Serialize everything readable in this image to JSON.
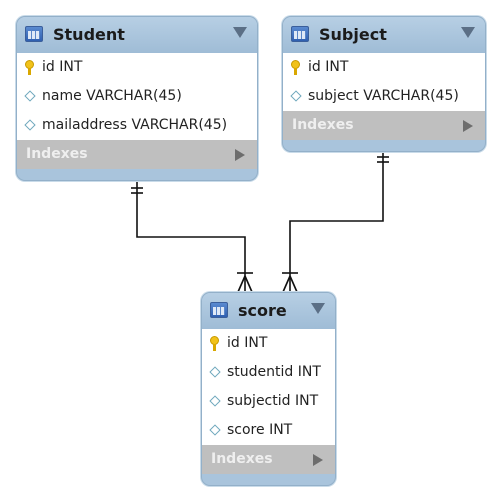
{
  "entities": {
    "student": {
      "title": "Student",
      "icon": "table-icon",
      "fields": [
        {
          "icon": "key-icon",
          "label": "id INT"
        },
        {
          "icon": "diamond-icon",
          "label": "name VARCHAR(45)"
        },
        {
          "icon": "diamond-icon",
          "label": "mailaddress VARCHAR(45)"
        }
      ],
      "indexes_label": "Indexes"
    },
    "subject": {
      "title": "Subject",
      "icon": "table-icon",
      "fields": [
        {
          "icon": "key-icon",
          "label": "id INT"
        },
        {
          "icon": "diamond-icon",
          "label": "subject VARCHAR(45)"
        }
      ],
      "indexes_label": "Indexes"
    },
    "score": {
      "title": "score",
      "icon": "table-icon",
      "fields": [
        {
          "icon": "key-icon",
          "label": "id INT"
        },
        {
          "icon": "diamond-icon",
          "label": "studentid INT"
        },
        {
          "icon": "diamond-icon",
          "label": "subjectid INT"
        },
        {
          "icon": "diamond-icon",
          "label": "score INT"
        }
      ],
      "indexes_label": "Indexes"
    }
  },
  "relationships": [
    {
      "from": "Student",
      "to": "score",
      "from_cardinality": "one-and-only-one",
      "to_cardinality": "one-or-many"
    },
    {
      "from": "Subject",
      "to": "score",
      "from_cardinality": "one-and-only-one",
      "to_cardinality": "one-or-many"
    }
  ],
  "colors": {
    "header": "#a9c4dc",
    "indexes_bar": "#bfbfbf",
    "connector": "#111111"
  }
}
